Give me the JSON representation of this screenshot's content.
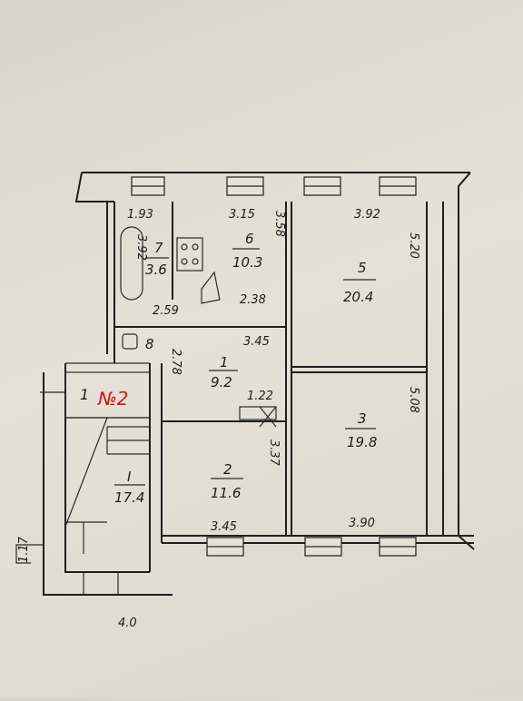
{
  "apartment_label": "№2",
  "rooms": [
    {
      "id": "stair",
      "number": "I",
      "area": "17.4"
    },
    {
      "id": "hall",
      "number": "1",
      "area": "9.2"
    },
    {
      "id": "room2",
      "number": "2",
      "area": "11.6"
    },
    {
      "id": "room3",
      "number": "3",
      "area": "19.8"
    },
    {
      "id": "room5",
      "number": "5",
      "area": "20.4"
    },
    {
      "id": "kitchen",
      "number": "6",
      "area": "10.3"
    },
    {
      "id": "bath",
      "number": "7",
      "area": "3.6"
    },
    {
      "id": "wc",
      "number": "8",
      "area": ""
    }
  ],
  "dimensions": {
    "bath_top": "1.93",
    "kitchen_top": "3.15",
    "kitchen_side": "3.58",
    "bath_side": "3.92",
    "room5_top": "3.92",
    "room5_side": "5.20",
    "corr_left": "2.59",
    "corr_right": "2.38",
    "hall_top": "3.45",
    "hall_side": "2.78",
    "hall_small": "1.22",
    "room2_bottom": "3.45",
    "room2_side": "3.37",
    "room3_side": "5.08",
    "room3_bottom": "3.90",
    "stair_bottom": "4.0",
    "entrance": "1.17"
  },
  "colors": {
    "ink": "#1e1e1e",
    "stamp": "#d01818"
  }
}
